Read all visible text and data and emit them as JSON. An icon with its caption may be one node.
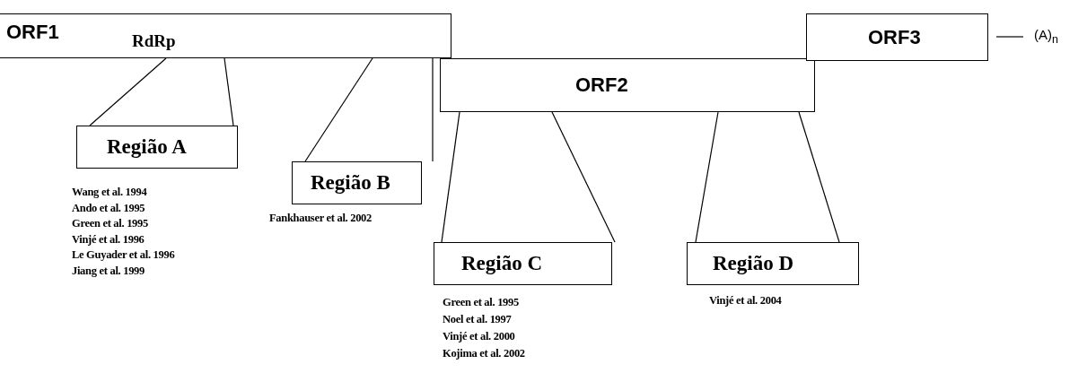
{
  "diagram": {
    "nodes": [
      {
        "text": [
          "ORF1",
          "RdRp"
        ]
      },
      {
        "text": [
          "ORF2"
        ]
      },
      {
        "text": [
          "ORF3"
        ]
      },
      {
        "text": [
          "Região A"
        ],
        "beside": [
          "Wang et al. 1994",
          "Ando et al. 1995",
          "Green et al. 1995",
          "Vinjé et al. 1996",
          "Le Guyader et al. 1996",
          "Jiang et al. 1999"
        ]
      },
      {
        "text": [
          "Região B"
        ],
        "beside": [
          "Fankhauser et al. 2002"
        ]
      },
      {
        "text": [
          "Região C"
        ],
        "beside": [
          "Green et al. 1995",
          "Noel et al. 1997",
          "Vinjé et al. 2000",
          "Kojima et al. 2002"
        ]
      },
      {
        "text": [
          "Região D"
        ],
        "beside": [
          "Vinjé et al. 2004"
        ]
      }
    ],
    "edges": [
      {
        "from": 0,
        "to": 3,
        "arrow": "none"
      },
      {
        "from": 0,
        "to": 3,
        "arrow": "none"
      },
      {
        "from": 0,
        "to": 4,
        "arrow": "none"
      },
      {
        "from": 0,
        "to": 4,
        "arrow": "none"
      },
      {
        "from": 1,
        "to": 5,
        "arrow": "none"
      },
      {
        "from": 1,
        "to": 5,
        "arrow": "none"
      },
      {
        "from": 1,
        "to": 6,
        "arrow": "none"
      },
      {
        "from": 1,
        "to": 6,
        "arrow": "none"
      }
    ],
    "labels": [
      "(A)$_{n}$"
    ]
  }
}
